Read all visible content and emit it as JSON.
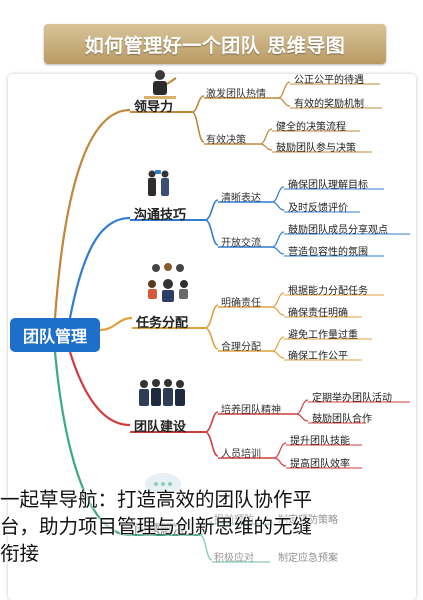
{
  "title": "如何管理好一个团队  思维导图",
  "root": "团队管理",
  "branches": [
    {
      "label": "领导力",
      "color": "#c0863a",
      "icon": "leader-icon",
      "subs": [
        {
          "label": "激发团队热情",
          "leaves": [
            "公正公平的待遇",
            "有效的奖励机制"
          ]
        },
        {
          "label": "有效决策",
          "leaves": [
            "健全的决策流程",
            "鼓励团队参与决策"
          ]
        }
      ]
    },
    {
      "label": "沟通技巧",
      "color": "#2f7cd0",
      "icon": "two-people-talking-icon",
      "subs": [
        {
          "label": "清晰表达",
          "leaves": [
            "确保团队理解目标",
            "及时反馈评价"
          ]
        },
        {
          "label": "开放交流",
          "leaves": [
            "鼓励团队成员分享观点",
            "营造包容性的氛围"
          ]
        }
      ]
    },
    {
      "label": "任务分配",
      "color": "#e0a13c",
      "icon": "team-group-icon",
      "subs": [
        {
          "label": "明确责任",
          "leaves": [
            "根据能力分配任务",
            "确保责任明确"
          ]
        },
        {
          "label": "合理分配",
          "leaves": [
            "避免工作量过重",
            "确保工作公平"
          ]
        }
      ]
    },
    {
      "label": "团队建设",
      "color": "#d13c3c",
      "icon": "business-team-icon",
      "subs": [
        {
          "label": "培养团队精神",
          "leaves": [
            "定期举办团队活动",
            "鼓励团队合作"
          ]
        },
        {
          "label": "人员培训",
          "leaves": [
            "提升团队技能",
            "提高团队效率"
          ]
        }
      ]
    },
    {
      "label": "问题解决",
      "color": "#3aa98a",
      "icon": "chat-bubble-icon",
      "subs": [
        {
          "label": "提前预防",
          "leaves": [
            "制定预防策略"
          ]
        },
        {
          "label": "积极应对",
          "leaves": [
            "制定应急预案"
          ]
        }
      ]
    }
  ],
  "overlay": {
    "line1": "一起草导航：打造高效的团队协作平",
    "line2": "台，助力项目管理与创新思维的无缝",
    "line3": "衔接"
  }
}
